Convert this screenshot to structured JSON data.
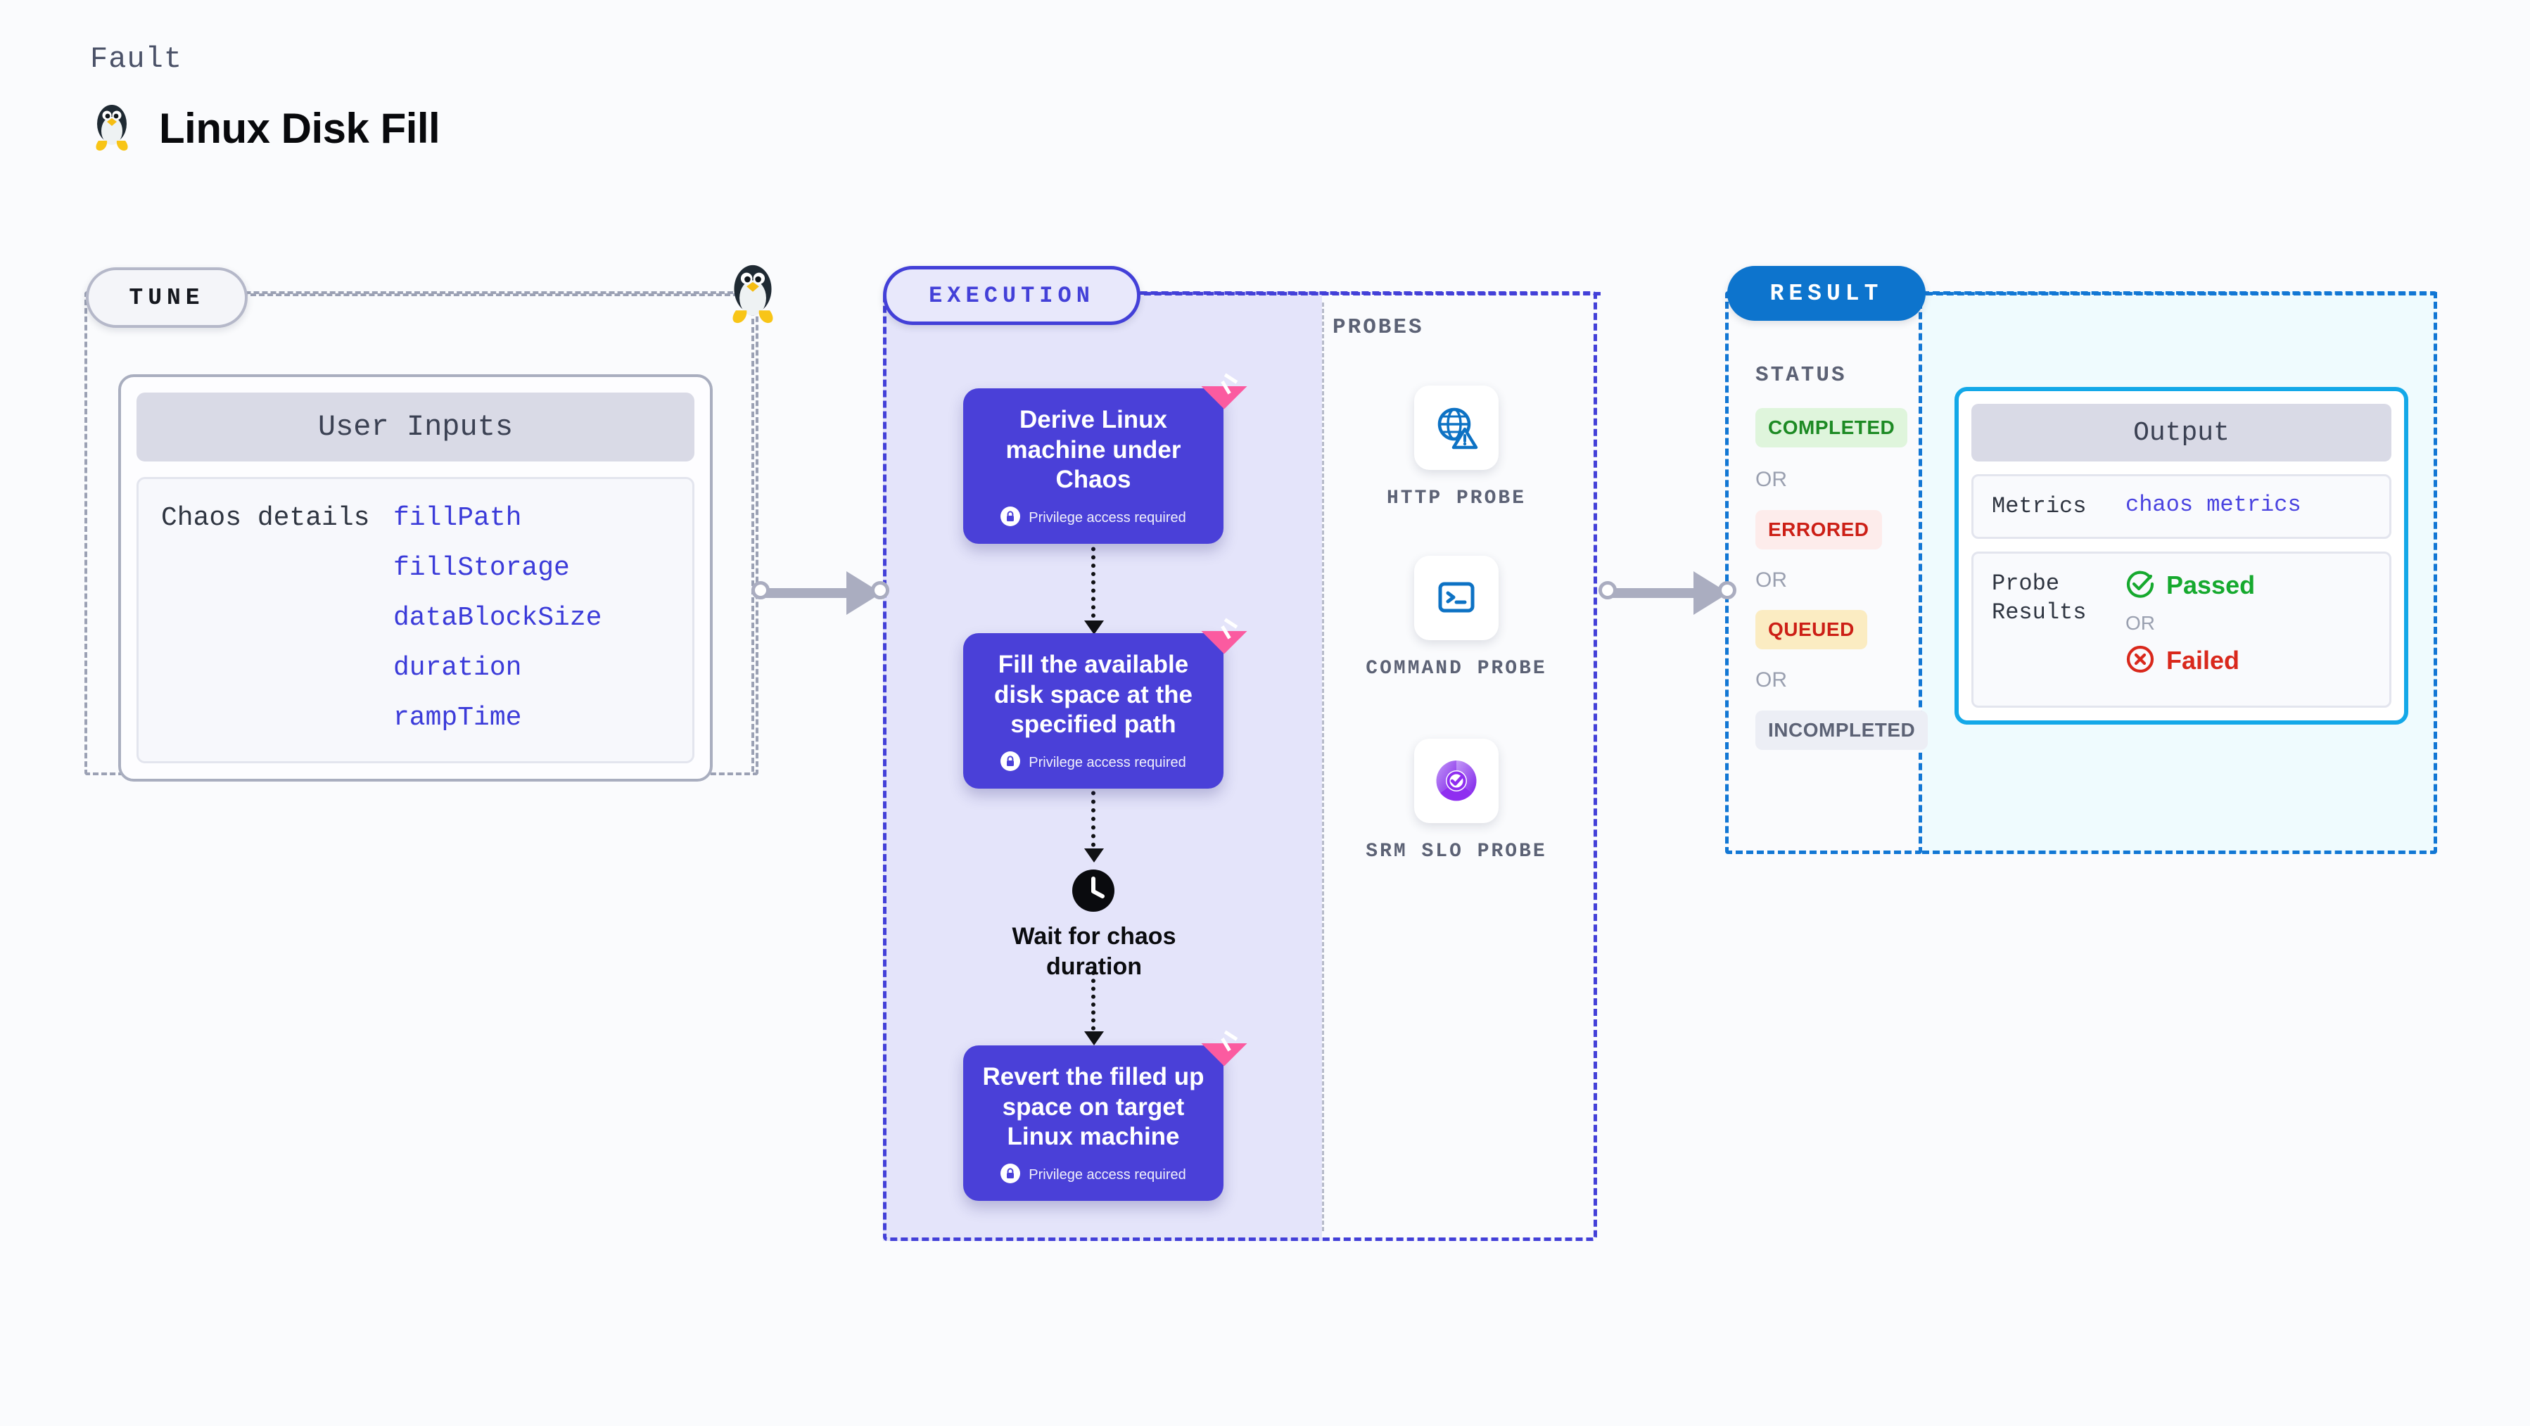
{
  "header": {
    "fault_label": "Fault",
    "title": "Linux Disk Fill",
    "icon": "linux-penguin-icon"
  },
  "tune": {
    "pill_label": "TUNE",
    "node_icon": "linux-penguin-icon",
    "card": {
      "header": "User Inputs",
      "row_label": "Chaos details",
      "fields": [
        "fillPath",
        "fillStorage",
        "dataBlockSize",
        "duration",
        "rampTime"
      ]
    }
  },
  "execution": {
    "pill_label": "EXECUTION",
    "steps": [
      {
        "title": "Derive Linux machine under Chaos",
        "privilege": "Privilege access required",
        "privilege_icon": "lock-icon",
        "flag_icon": "pink-flag-icon"
      },
      {
        "title": "Fill the available disk space at the specified path",
        "privilege": "Privilege access required",
        "privilege_icon": "lock-icon",
        "flag_icon": "pink-flag-icon"
      },
      {
        "title": "Revert the filled up space on target Linux machine",
        "privilege": "Privilege access required",
        "privilege_icon": "lock-icon",
        "flag_icon": "pink-flag-icon"
      }
    ],
    "wait": {
      "icon": "clock-icon",
      "label": "Wait for chaos duration"
    }
  },
  "probes": {
    "label": "PROBES",
    "items": [
      {
        "label": "HTTP PROBE",
        "icon": "globe-warning-icon"
      },
      {
        "label": "COMMAND PROBE",
        "icon": "terminal-prompt-icon"
      },
      {
        "label": "SRM SLO PROBE",
        "icon": "slo-donut-check-icon"
      }
    ]
  },
  "result": {
    "pill_label": "RESULT",
    "status_label": "STATUS",
    "or_label": "OR",
    "statuses": [
      {
        "label": "COMPLETED",
        "color": "#1d8a24",
        "bg": "#dff5dc"
      },
      {
        "label": "ERRORED",
        "color": "#cc1f16",
        "bg": "#fdeceb"
      },
      {
        "label": "QUEUED",
        "color": "#cc1f16",
        "bg": "#fbecc2"
      },
      {
        "label": "INCOMPLETED",
        "color": "#5c6275",
        "bg": "#eceef5"
      }
    ],
    "output": {
      "header": "Output",
      "metrics_key": "Metrics",
      "metrics_value": "chaos metrics",
      "probe_results_key": "Probe Results",
      "passed_label": "Passed",
      "passed_icon": "check-circle-icon",
      "or_label": "OR",
      "failed_label": "Failed",
      "failed_icon": "x-circle-icon"
    }
  },
  "colors": {
    "tune_border": "#9ba1b4",
    "execution": "#4340d8",
    "result": "#1277d4",
    "output_accent": "#13a8e8",
    "flag": "#fb5ba0",
    "field_text": "#3b3bd9"
  }
}
